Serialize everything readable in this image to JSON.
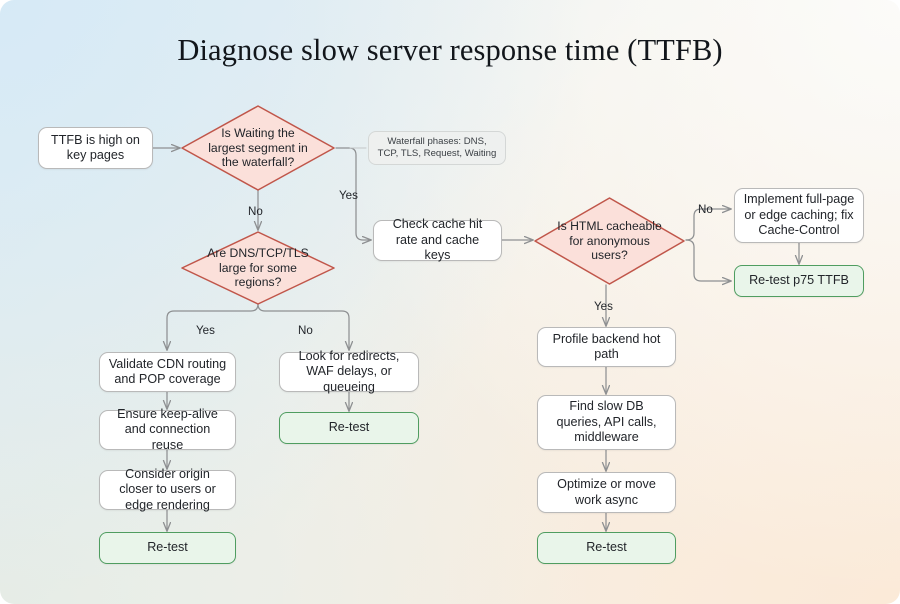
{
  "page": {
    "title": "Diagnose slow server response time (TTFB)",
    "bg_top_left": "#dfecf5",
    "bg_top_right": "#fcfcfa",
    "bg_bottom_left": "#e5ece6",
    "bg_bottom_right": "#fbead8"
  },
  "colors": {
    "box_fill": "#ffffff",
    "box_border": "#b9b9b9",
    "decision_fill": "#fbe0da",
    "decision_border": "#c0564a",
    "success_fill": "#e9f5ea",
    "success_border": "#4f9d60",
    "note_fill": "#eef0ef",
    "note_border": "#d4d7d6",
    "edge": "#8e9092",
    "text": "#22252a"
  },
  "nodes": {
    "start": {
      "label": "TTFB is high on key pages",
      "type": "terminal"
    },
    "d1": {
      "label": "Is Waiting the largest segment in the waterfall?",
      "type": "decision"
    },
    "note1": {
      "label": "Waterfall phases: DNS, TCP, TLS, Request, Waiting",
      "type": "note"
    },
    "d2": {
      "label": "Are DNS/TCP/TLS large for some regions?",
      "type": "decision"
    },
    "cache_check": {
      "label": "Check cache hit rate and cache keys",
      "type": "process"
    },
    "d3": {
      "label": "Is HTML cacheable for anonymous users?",
      "type": "decision"
    },
    "implement_caching": {
      "label": "Implement full-page or edge caching; fix Cache-Control",
      "type": "process"
    },
    "retest_p75": {
      "label": "Re-test p75 TTFB",
      "type": "success"
    },
    "cdn_routing": {
      "label": "Validate CDN routing and POP coverage",
      "type": "process"
    },
    "keepalive": {
      "label": "Ensure keep-alive and connection reuse",
      "type": "process"
    },
    "origin_closer": {
      "label": "Consider origin closer to users or edge rendering",
      "type": "process"
    },
    "retest_left": {
      "label": "Re-test",
      "type": "success"
    },
    "redirects_waf": {
      "label": "Look for redirects, WAF delays, or queueing",
      "type": "process"
    },
    "retest_mid": {
      "label": "Re-test",
      "type": "success"
    },
    "profile_backend": {
      "label": "Profile backend hot path",
      "type": "process"
    },
    "slow_db": {
      "label": "Find slow DB queries, API calls, middleware",
      "type": "process"
    },
    "optimize_async": {
      "label": "Optimize or move work async",
      "type": "process"
    },
    "retest_right": {
      "label": "Re-test",
      "type": "success"
    }
  },
  "edge_labels": {
    "d1_no": "No",
    "d1_yes": "Yes",
    "d2_yes": "Yes",
    "d2_no": "No",
    "d3_no": "No",
    "d3_yes": "Yes"
  }
}
